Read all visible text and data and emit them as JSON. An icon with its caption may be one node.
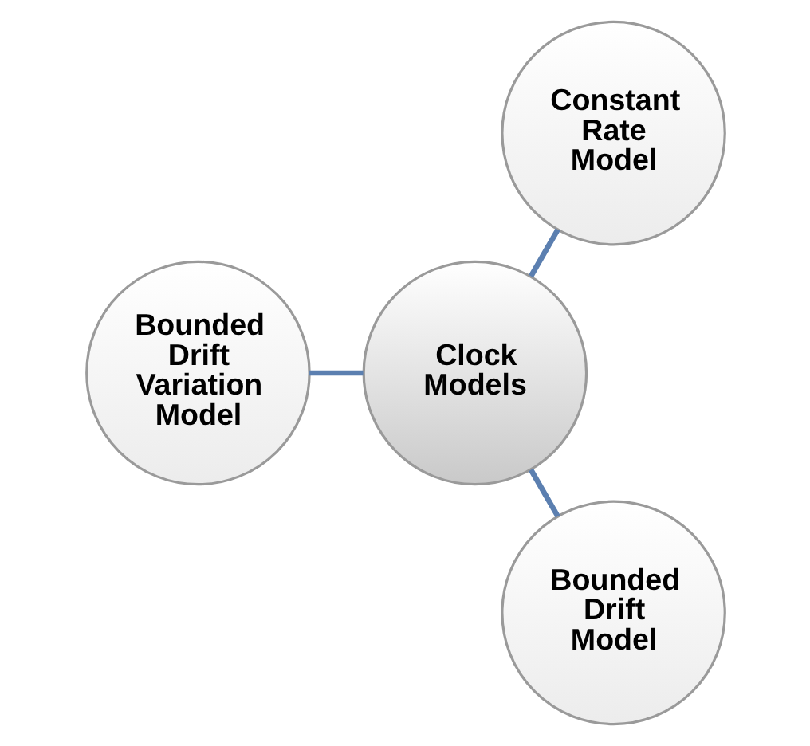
{
  "diagram": {
    "nodes": [
      {
        "text": [
          "Constant Rate Model"
        ]
      },
      {
        "text": [
          "Clock Models"
        ]
      },
      {
        "text": [
          "Bounded Drift Variation Model"
        ]
      },
      {
        "text": [
          "Bounded Drift Model"
        ]
      }
    ],
    "edges": [
      {
        "from": 1,
        "to": 0,
        "arrow": "none"
      },
      {
        "from": 1,
        "to": 2,
        "arrow": "none"
      },
      {
        "from": 1,
        "to": 3,
        "arrow": "none"
      }
    ]
  }
}
